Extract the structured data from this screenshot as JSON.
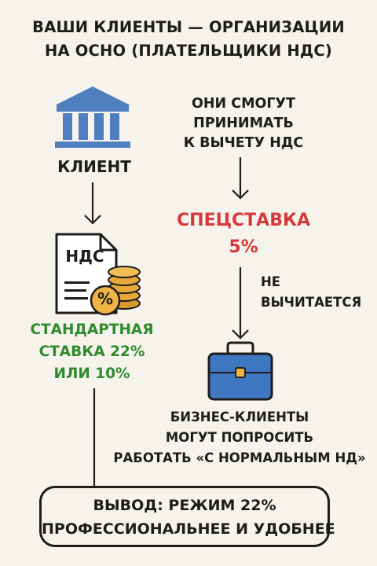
{
  "title": {
    "line1": "ВАШИ КЛИЕНТЫ — ОРГАНИЗАЦИИ",
    "line2": "НА ОСНО (ПЛАТЕЛЬЩИКИ НДС)"
  },
  "client": {
    "label": "КЛИЕНТ"
  },
  "deduction_note": {
    "line1": "ОНИ СМОГУТ",
    "line2": "ПРИНИМАТЬ",
    "line3": "К ВЫЧЕТУ НДС"
  },
  "special_rate": {
    "line1": "СПЕЦСТАВКА",
    "line2": "5%"
  },
  "not_deducted": {
    "line1": "НЕ",
    "line2": "ВЫЧИТАЕТСЯ"
  },
  "document": {
    "label": "НДС",
    "coin_symbol": "%"
  },
  "standard_rate": {
    "line1": "СТАНДАРТНАЯ",
    "line2": "СТАВКА 22%",
    "line3": "ИЛИ 10%"
  },
  "business_clients": {
    "line1": "БИЗНЕС-КЛИЕНТЫ",
    "line2": "МОГУТ ПОПРОСИТЬ",
    "line3": "РАБОТАТЬ «С НОРМАЛЬНЫМ НД»"
  },
  "conclusion": {
    "line1": "ВЫВОД: РЕЖИМ 22%",
    "line2": "ПРОФЕССИОНАЛЬНЕЕ И УДОБНЕЕ"
  },
  "colors": {
    "text": "#1d1d1d",
    "accent_red": "#d7393a",
    "accent_green": "#2e8b2e",
    "building_blue": "#4f7fbf",
    "briefcase_blue": "#3f78c2",
    "coin_gold": "#e9a93a",
    "background": "#f6f3ec"
  },
  "icons": {
    "client": "bank-building-icon",
    "document": "vat-document-icon",
    "coins": "coin-stack-percent-icon",
    "briefcase": "briefcase-icon"
  }
}
